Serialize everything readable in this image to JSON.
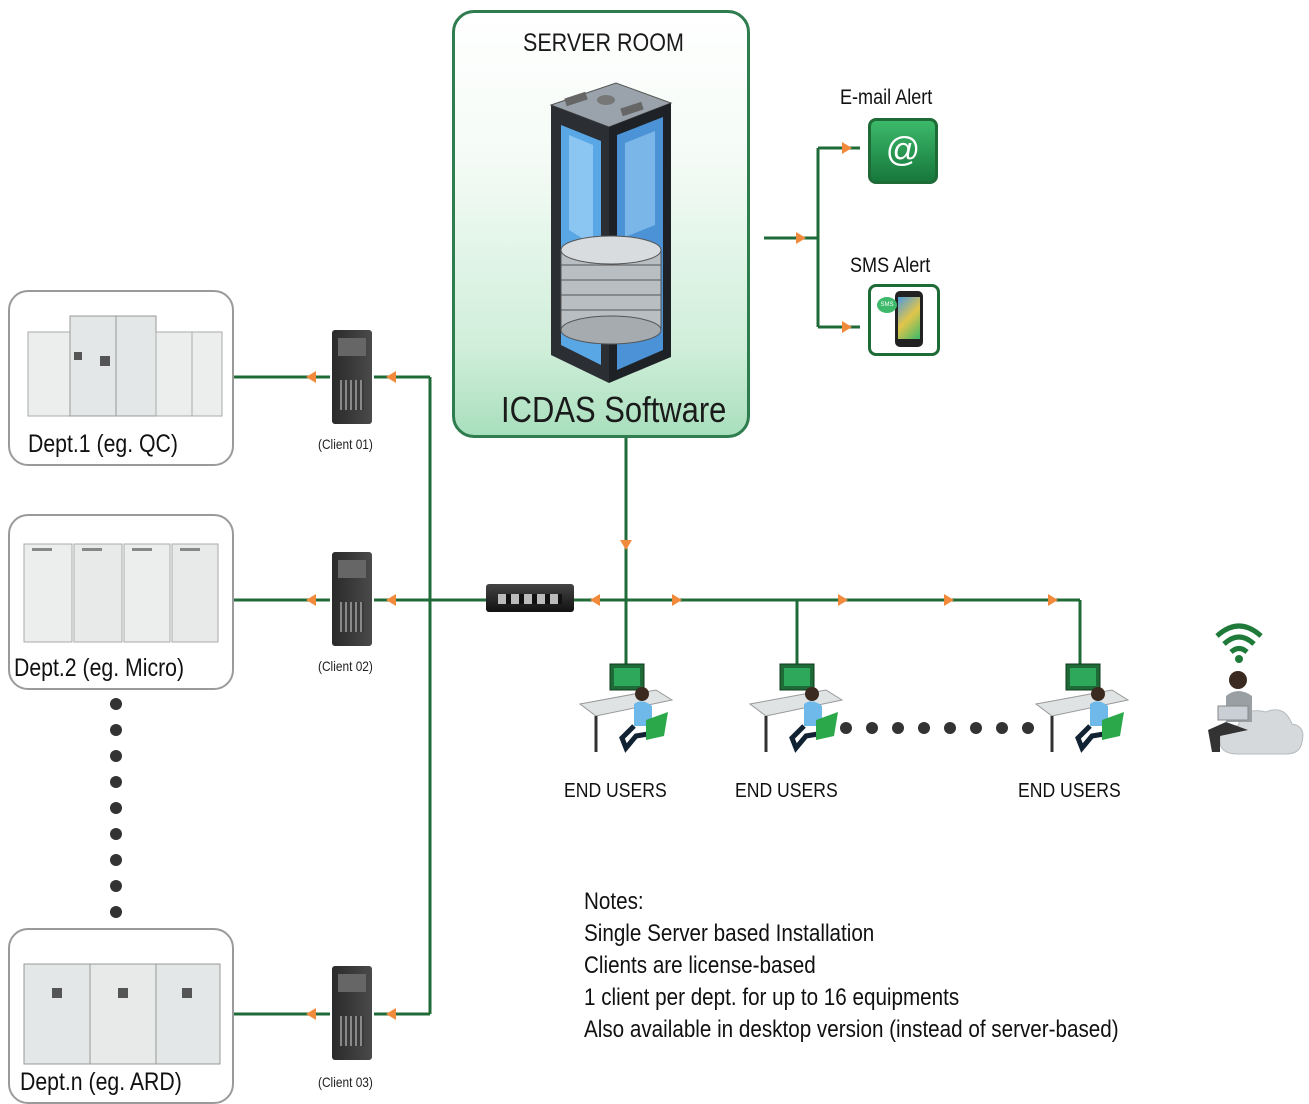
{
  "server_room": {
    "title": "SERVER ROOM",
    "software": "ICDAS Software"
  },
  "alerts": {
    "email": "E-mail Alert",
    "sms": "SMS Alert",
    "email_glyph": "@",
    "sms_badge": "SMS"
  },
  "departments": [
    {
      "label": "Dept.1 (eg. QC)",
      "client": "(Client 01)"
    },
    {
      "label": "Dept.2 (eg. Micro)",
      "client": "(Client 02)"
    },
    {
      "label": "Dept.n (eg. ARD)",
      "client": "(Client 03)"
    }
  ],
  "end_users": [
    "END USERS",
    "END USERS",
    "END USERS"
  ],
  "notes": {
    "title": "Notes:",
    "lines": [
      "Single Server based Installation",
      "Clients are license-based",
      "1 client per dept. for up to 16 equipments",
      "Also available in desktop version (instead of server-based)"
    ]
  },
  "colors": {
    "line": "#1f6b38",
    "arrow": "#f28a3c",
    "border": "#2e7d4f",
    "accent_green": "#2aa84a"
  },
  "icons": [
    "server-rack-icon",
    "database-icon",
    "email-alert-icon",
    "sms-phone-icon",
    "client-tower-icon",
    "network-switch-icon",
    "workstation-user-icon",
    "wifi-icon",
    "cloud-user-icon",
    "incubator-cabinet-icon"
  ]
}
